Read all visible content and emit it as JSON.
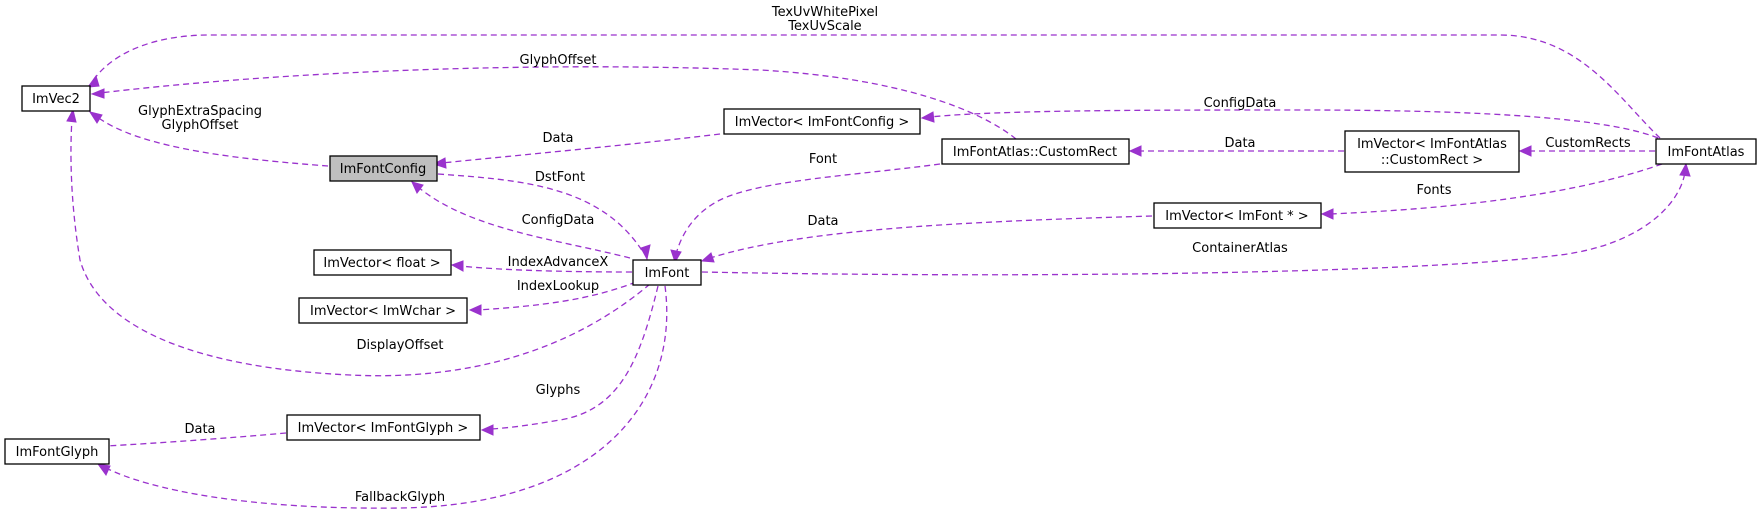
{
  "colors": {
    "edge": "#9a32cd",
    "focus_fill": "#bfbfbf",
    "node_border": "#000000"
  },
  "nodes": {
    "imvec2": "ImVec2",
    "imfontconfig": "ImFontConfig",
    "imfont": "ImFont",
    "imfontglyph": "ImFontGlyph",
    "vec_float": "ImVector< float >",
    "vec_wchar": "ImVector< ImWchar >",
    "vec_glyph": "ImVector< ImFontGlyph >",
    "vec_fontconfig": "ImVector< ImFontConfig >",
    "customrect": "ImFontAtlas::CustomRect",
    "vec_customrect_1": "ImVector< ImFontAtlas",
    "vec_customrect_2": "::CustomRect >",
    "vec_fontptr": "ImVector< ImFont * >",
    "imfontatlas": "ImFontAtlas"
  },
  "edge_labels": {
    "texuv_1": "TexUvWhitePixel",
    "texuv_2": "TexUvScale",
    "glyphoffset_top": "GlyphOffset",
    "glyphextra_1": "GlyphExtraSpacing",
    "glyphextra_2": "GlyphOffset",
    "configdata_top": "ConfigData",
    "data_fontconfig": "Data",
    "data_customrect": "Data",
    "customrects": "CustomRects",
    "dstfont": "DstFont",
    "font": "Font",
    "fonts": "Fonts",
    "configdata_font": "ConfigData",
    "data_fontptr": "Data",
    "containeratlas": "ContainerAtlas",
    "indexadvancex": "IndexAdvanceX",
    "indexlookup": "IndexLookup",
    "displayoffset": "DisplayOffset",
    "glyphs": "Glyphs",
    "data_glyph": "Data",
    "fallbackglyph": "FallbackGlyph"
  }
}
